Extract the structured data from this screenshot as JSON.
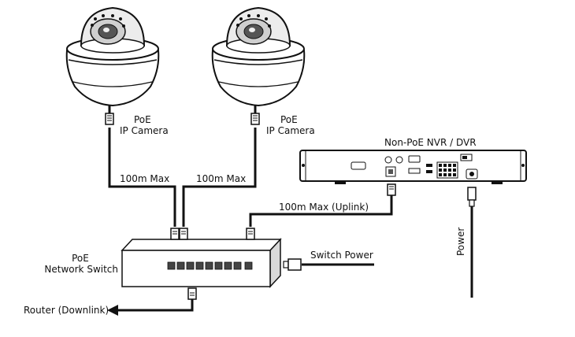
{
  "labels": {
    "camera1": {
      "line1": "PoE",
      "line2": "IP Camera"
    },
    "camera2": {
      "line1": "PoE",
      "line2": "IP Camera"
    },
    "cable1": "100m Max",
    "cable2": "100m Max",
    "uplink": "100m Max (Uplink)",
    "nvr": "Non-PoE NVR / DVR",
    "switch": {
      "line1": "PoE",
      "line2": "Network Switch"
    },
    "switch_power": "Switch Power",
    "router": "Router (Downlink)",
    "power": "Power"
  },
  "colors": {
    "line": "#111111",
    "device_fill": "#ffffff",
    "shade": "#d9d9d9"
  },
  "icons": [
    "dome-camera-icon",
    "network-switch-icon",
    "nvr-recorder-icon",
    "rj45-plug-icon",
    "power-plug-icon",
    "arrow-left-icon"
  ]
}
